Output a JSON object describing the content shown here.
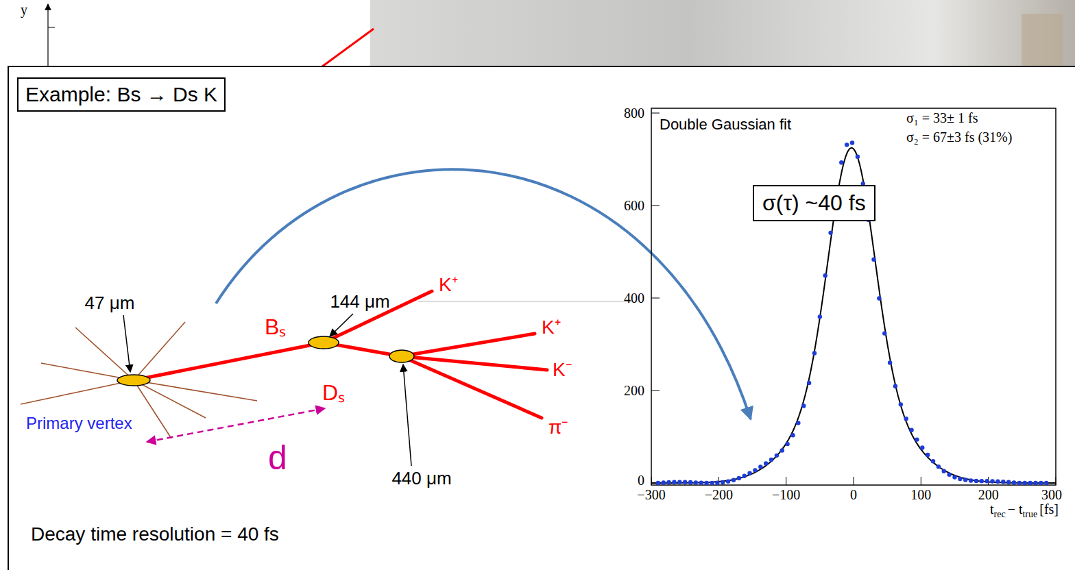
{
  "diagram": {
    "nodes": [
      {
        "text": [
          "Example: Bs → Ds K"
        ]
      },
      {
        "text": [
          "σ(τ) ~40 fs"
        ]
      }
    ],
    "labels": [
      "y",
      "47 μm",
      "144 μm",
      "Bₛ",
      "K⁺",
      "K⁺",
      "K⁻",
      "Dₛ",
      "π⁻",
      "Primary vertex",
      "d",
      "440 μm",
      "Decay time resolution = 40 fs",
      "800",
      "600",
      "400",
      "200",
      "0",
      "−300",
      "−200",
      "−100",
      "0",
      "100",
      "200",
      "300",
      "Double Gaussian fit",
      "σ₁ = 33± 1 fs",
      "σ₂ = 67±3 fs (31%)",
      "t",
      "rec",
      "− t",
      "true",
      "[fs]"
    ]
  }
}
